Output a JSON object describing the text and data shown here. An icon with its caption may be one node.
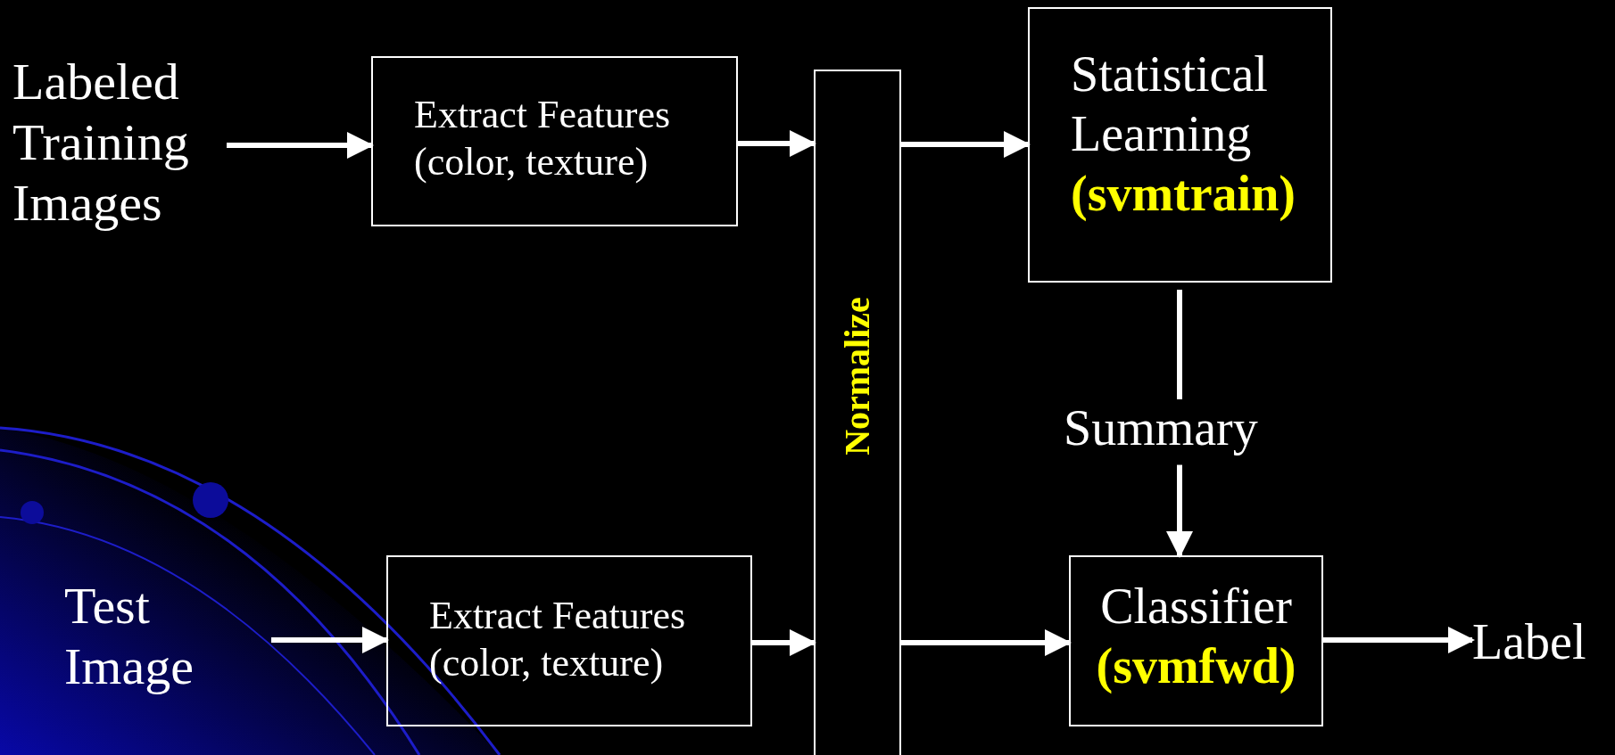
{
  "diagram": {
    "nodes": [
      {
        "text": [
          "Labeled Training Images"
        ]
      },
      {
        "text": [
          "Extract Features",
          "(color, texture)"
        ]
      },
      {
        "text": [
          "Normalize"
        ]
      },
      {
        "text": [
          "Statistical Learning",
          "(svmtrain)"
        ]
      },
      {
        "text": [
          "Summary"
        ]
      },
      {
        "text": [
          "Test Image"
        ]
      },
      {
        "text": [
          "Extract Features",
          "(color, texture)"
        ]
      },
      {
        "text": [
          "Classifier",
          "(svmfwd)"
        ]
      },
      {
        "text": [
          "Label"
        ]
      }
    ],
    "edges": [
      {
        "from": 0,
        "to": 1,
        "arrow": "to"
      },
      {
        "from": 1,
        "to": 2,
        "arrow": "to"
      },
      {
        "from": 2,
        "to": 3,
        "arrow": "to"
      },
      {
        "from": 3,
        "to": 4,
        "arrow": "none"
      },
      {
        "from": 4,
        "to": 7,
        "arrow": "to"
      },
      {
        "from": 5,
        "to": 6,
        "arrow": "to"
      },
      {
        "from": 6,
        "to": 2,
        "arrow": "to"
      },
      {
        "from": 2,
        "to": 7,
        "arrow": "to"
      },
      {
        "from": 7,
        "to": 8,
        "arrow": "to"
      }
    ]
  }
}
